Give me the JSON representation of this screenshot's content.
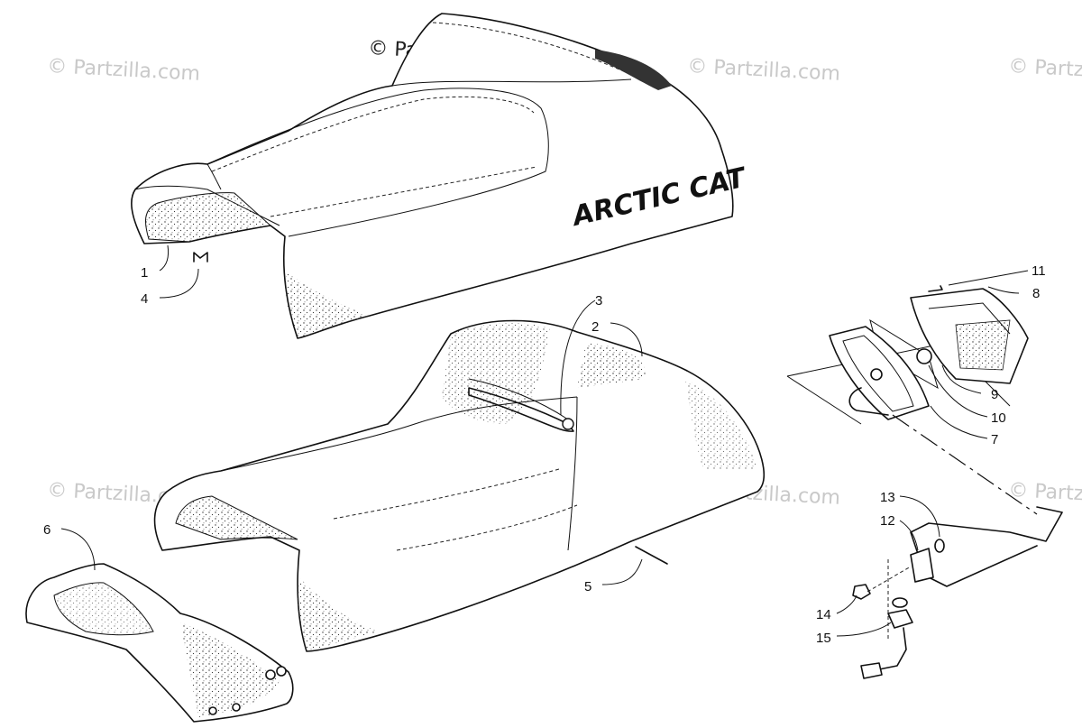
{
  "watermark": "© Partzilla.com",
  "brand_text": "ARCTIC CAT",
  "callouts": [
    {
      "id": "1",
      "label": "1"
    },
    {
      "id": "2",
      "label": "2"
    },
    {
      "id": "3",
      "label": "3"
    },
    {
      "id": "4",
      "label": "4"
    },
    {
      "id": "5",
      "label": "5"
    },
    {
      "id": "6",
      "label": "6"
    },
    {
      "id": "7",
      "label": "7"
    },
    {
      "id": "8",
      "label": "8"
    },
    {
      "id": "9",
      "label": "9"
    },
    {
      "id": "10",
      "label": "10"
    },
    {
      "id": "11",
      "label": "11"
    },
    {
      "id": "12",
      "label": "12"
    },
    {
      "id": "13",
      "label": "13"
    },
    {
      "id": "14",
      "label": "14"
    },
    {
      "id": "15",
      "label": "15"
    }
  ]
}
